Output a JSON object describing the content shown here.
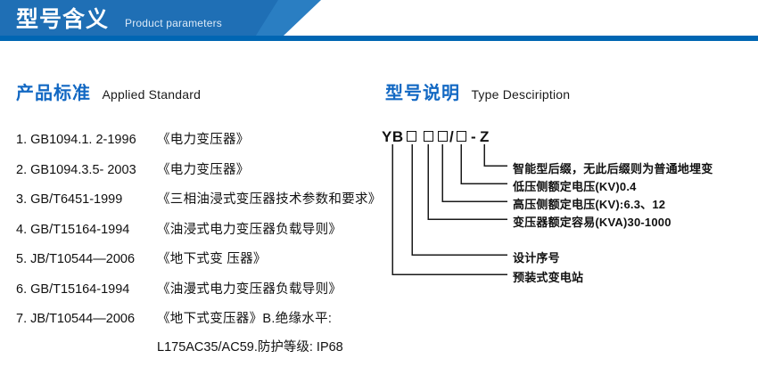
{
  "banner": {
    "title_cn": "型号含义",
    "title_en": "Product parameters",
    "color_dark": "#1f6fb5",
    "color_mid": "#2a7ec2",
    "color_bar": "#0066b3"
  },
  "sections": {
    "left": {
      "title_cn": "产品标准",
      "title_en": "Applied Standard",
      "accent": "#1268c3"
    },
    "right": {
      "title_cn": "型号说明",
      "title_en": "Type Desciription",
      "accent": "#1268c3"
    }
  },
  "standards": [
    {
      "code": "1. GB1094.1. 2-1996",
      "name": "《电力变压器》"
    },
    {
      "code": "2. GB1094.3.5- 2003",
      "name": "《电力变压器》"
    },
    {
      "code": "3. GB/T6451-1999",
      "name": "《三相油浸式变压器技术参数和要求》"
    },
    {
      "code": "4. GB/T15164-1994",
      "name": "《油浸式电力变压器负载导则》"
    },
    {
      "code": "5. JB/T10544—2006",
      "name": "《地下式变 压器》"
    },
    {
      "code": "6. GB/T15164-1994",
      "name": "《油漫式电力变压器负载导则》"
    },
    {
      "code": "7. JB/T10544—2006",
      "name": "《地下式变压器》B.绝缘水平:"
    }
  ],
  "standards_continuation": "L175AC35/AC59.防护等级: IP68",
  "model_code": {
    "prefix": "YB",
    "box1": "□",
    "box2": "□",
    "box3": "□",
    "slash": "/",
    "box4": "□",
    "dash": "-",
    "suffix": "Z"
  },
  "callouts": [
    {
      "id": "suffix",
      "text": "智能型后缀，无此后缀则为普通地埋变"
    },
    {
      "id": "lv",
      "text": "低压侧额定电压(KV)0.4"
    },
    {
      "id": "hv",
      "text": "高压侧额定电压(KV):6.3、12"
    },
    {
      "id": "capacity",
      "text": "变压器额定容易(KVA)30-1000"
    },
    {
      "id": "design",
      "text": "设计序号"
    },
    {
      "id": "station",
      "text": "预装式变电站"
    }
  ]
}
